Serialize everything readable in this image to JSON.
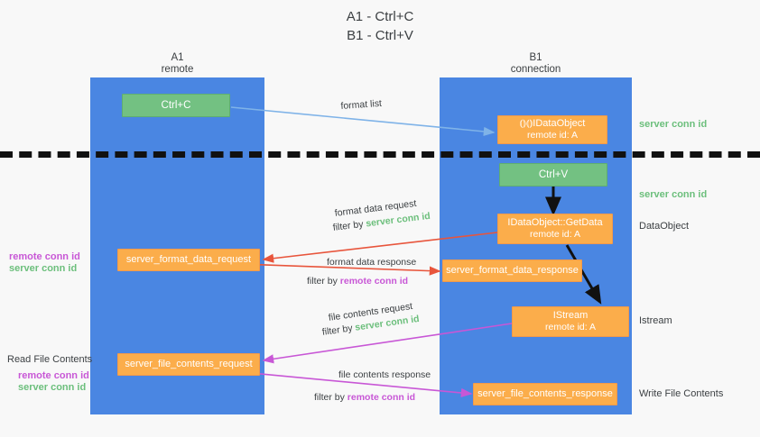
{
  "title": "A1 - Ctrl+C\nB1 - Ctrl+V",
  "columns": [
    {
      "name": "left-column",
      "heading": "A1\nremote"
    },
    {
      "name": "right-column",
      "heading": "B1\nconnection"
    }
  ],
  "nodes": {
    "ctrl_c": {
      "label": "Ctrl+C"
    },
    "ctrl_v": {
      "label": "Ctrl+V"
    },
    "idataobject": {
      "label": "⦅⦆⦅⦆IDataObject",
      "sub": "remote id: A"
    },
    "getdata": {
      "label": "IDataObject::GetData",
      "sub": "remote id: A"
    },
    "istream": {
      "label": "IStream",
      "sub": "remote id: A"
    },
    "format_data_request": {
      "label": "server_format_data_request"
    },
    "format_data_response": {
      "label": "server_format_data_response"
    },
    "file_contents_request": {
      "label": "server_file_contents_request"
    },
    "file_contents_response": {
      "label": "server_file_contents_response"
    }
  },
  "right_labels": {
    "server_conn_id_top": "server conn id",
    "server_conn_id_mid": "server conn id",
    "dataobject": "DataObject",
    "istream": "Istream",
    "write_file_contents": "Write File Contents"
  },
  "left_labels": {
    "remote_conn_id_1": "remote conn id",
    "server_conn_id_1": "server conn id",
    "read_file_contents": "Read File Contents",
    "remote_conn_id_2": "remote conn id",
    "server_conn_id_2": "server conn id"
  },
  "arrow_labels": {
    "format_list": "format list",
    "format_data_request": "format data request",
    "format_data_request_filter_prefix": "filter by ",
    "format_data_request_filter_tag": "server conn id",
    "format_data_response": "format data response",
    "format_data_response_filter_prefix": "filter by ",
    "format_data_response_filter_tag": "remote conn id",
    "file_contents_request": "file contents request",
    "file_contents_request_filter_prefix": "filter by ",
    "file_contents_request_filter_tag": "server conn id",
    "file_contents_response": "file contents response",
    "file_contents_response_filter_prefix": "filter by ",
    "file_contents_response_filter_tag": "remote conn id"
  },
  "colors": {
    "lane": "#4a86e2",
    "orange": "#fbad4b",
    "green": "#73c182",
    "arrow_blue": "#7fb3e8",
    "arrow_red": "#e8553c",
    "arrow_magenta": "#c857d6",
    "arrow_dark": "#111111",
    "tag_green": "#6cbf7c",
    "tag_magenta": "#c857d6"
  }
}
